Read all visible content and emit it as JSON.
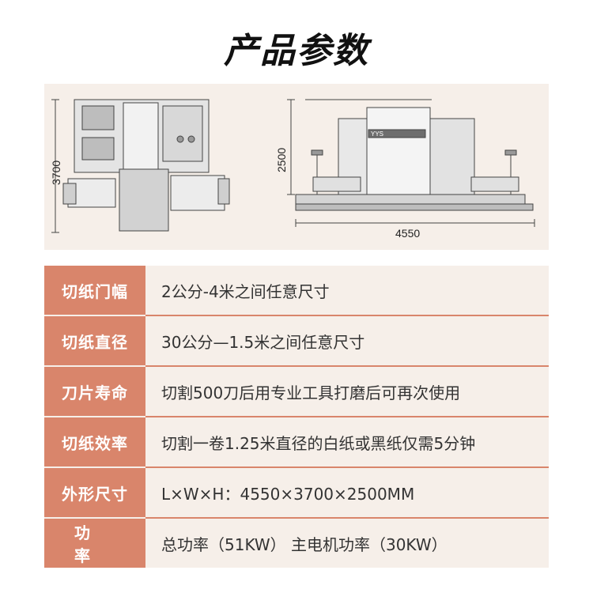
{
  "title": "产品参数",
  "drawing": {
    "left_dim": "3700",
    "right_height_dim": "2500",
    "right_width_dim": "4550",
    "brand_plate": "YYS"
  },
  "specs": [
    {
      "label": "切纸门幅",
      "value": "2公分-4米之间任意尺寸"
    },
    {
      "label": "切纸直径",
      "value": "30公分—1.5米之间任意尺寸"
    },
    {
      "label": "刀片寿命",
      "value": "切割500刀后用专业工具打磨后可再次使用"
    },
    {
      "label": "切纸效率",
      "value": "切割一卷1.25米直径的白纸或黑纸仅需5分钟"
    },
    {
      "label": "外形尺寸",
      "value": "L×W×H：4550×3700×2500MM"
    },
    {
      "label": "功率",
      "value": "总功率（51KW） 主电机功率（30KW）"
    }
  ]
}
